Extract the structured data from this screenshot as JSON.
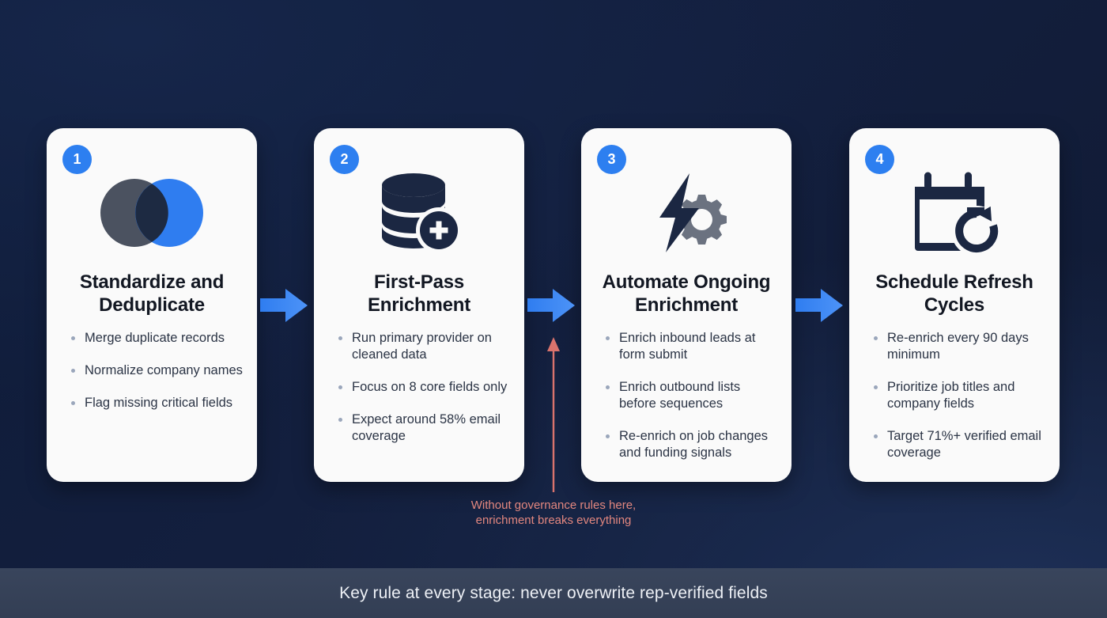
{
  "background": {
    "base_color": "#11203f",
    "accent_blue": "#2d7ff0",
    "card_bg": "#fafafa",
    "annotation_color": "#e3877f",
    "banner_bg": "#344055"
  },
  "cards": [
    {
      "number": "1",
      "icon": "venn-overlap-icon",
      "title": "Standardize and Deduplicate",
      "bullets": [
        "Merge duplicate records",
        "Normalize company names",
        "Flag missing critical fields"
      ]
    },
    {
      "number": "2",
      "icon": "database-plus-icon",
      "title": "First-Pass Enrichment",
      "bullets": [
        "Run primary provider on cleaned data",
        "Focus on 8 core fields only",
        "Expect around 58% email coverage"
      ]
    },
    {
      "number": "3",
      "icon": "bolt-gear-icon",
      "title": "Automate Ongoing Enrichment",
      "bullets": [
        "Enrich inbound leads at form submit",
        "Enrich outbound lists before sequences",
        "Re-enrich on job changes and funding signals"
      ]
    },
    {
      "number": "4",
      "icon": "calendar-refresh-icon",
      "title": "Schedule Refresh Cycles",
      "bullets": [
        "Re-enrich every 90 days minimum",
        "Prioritize job titles and company fields",
        "Target 71%+ verified email coverage"
      ]
    }
  ],
  "annotation": {
    "line1": "Without governance rules here,",
    "line2": "enrichment breaks everything"
  },
  "banner": {
    "text": "Key rule at every stage: never overwrite rep-verified fields"
  }
}
